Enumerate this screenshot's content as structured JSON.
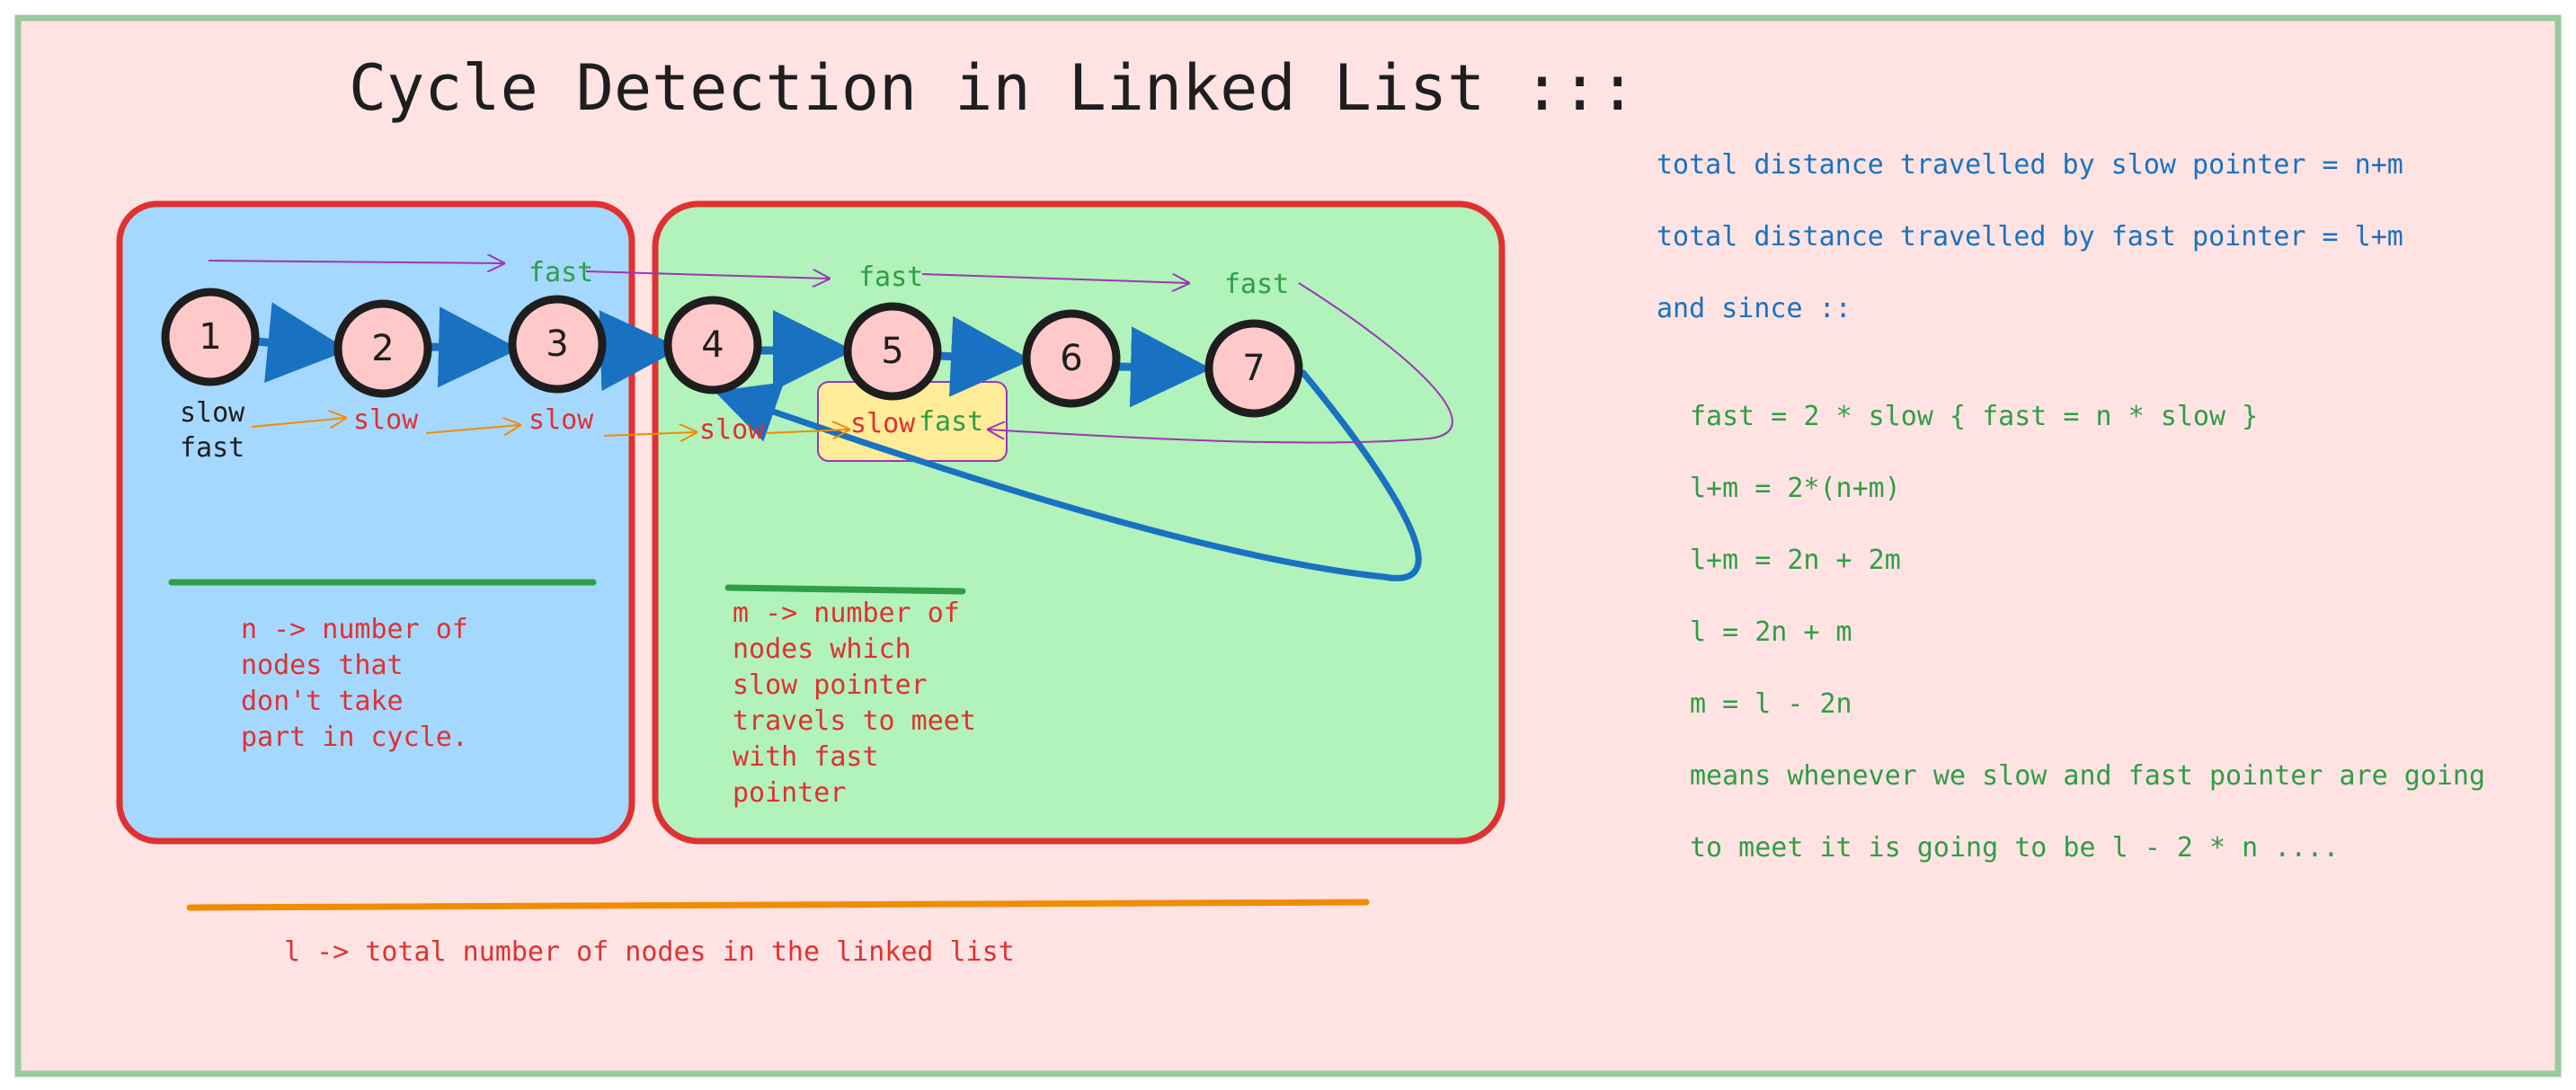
{
  "title": "Cycle Detection in Linked List :::",
  "nodes": [
    "1",
    "2",
    "3",
    "4",
    "5",
    "6",
    "7"
  ],
  "pointer_labels": {
    "slow_start": "slow",
    "fast_start": "fast",
    "slow": "slow",
    "fast": "fast"
  },
  "notes": {
    "n_def": [
      "n -> number of",
      "nodes that",
      "don't take",
      "part in cycle."
    ],
    "m_def": [
      "m -> number of",
      "nodes which",
      "slow pointer",
      "travels to meet",
      "with fast",
      "pointer"
    ],
    "l_def": "l -> total number of nodes in the linked list"
  },
  "derivation": {
    "slow_distance": "total distance travelled by slow pointer = n+m",
    "fast_distance": "total distance travelled by fast pointer = l+m",
    "since": "and since ::",
    "equations": [
      "fast = 2 * slow { fast = n * slow }",
      "l+m = 2*(n+m)",
      "l+m = 2n + 2m",
      "l = 2n + m",
      "m = l - 2n",
      "means whenever we slow and fast pointer are going",
      "to meet it is going to be l - 2 * n ...."
    ]
  },
  "colors": {
    "canvas": "#ffe3e3",
    "frame": "#9ac99f",
    "region_border": "#e03131",
    "left_region": "#a5d8ff",
    "right_region": "#b2f2bb",
    "node_fill": "#ffc9c9",
    "node_stroke": "#1e1e1e",
    "link_arrow": "#1971c2",
    "fast_arrow": "#9c36b5",
    "slow_arrow": "#f08c00",
    "meeting_box": "#ffec99",
    "green_underline": "#2f9e44",
    "orange_underline": "#f08c00"
  }
}
